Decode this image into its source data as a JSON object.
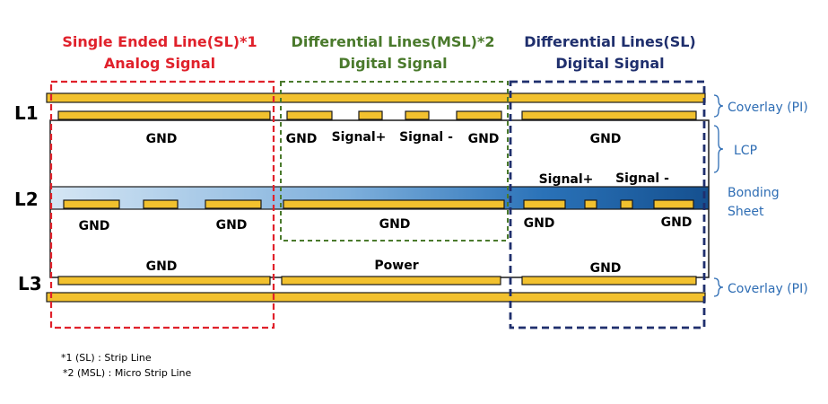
{
  "colors": {
    "red": "#e0212b",
    "green": "#4a7a2c",
    "navy": "#1f2f6d",
    "side_blue": "#2e6db4",
    "copper": "#f2c12e",
    "bonding_light": "#d5e6f4",
    "bonding_dark": "#1c5fa8"
  },
  "headers": {
    "col1": {
      "line1": "Single Ended Line(SL)*1",
      "line2": "Analog Signal"
    },
    "col2": {
      "line1": "Differential Lines(MSL)*2",
      "line2": "Digital Signal"
    },
    "col3": {
      "line1": "Differential Lines(SL)",
      "line2": "Digital Signal"
    }
  },
  "layers": {
    "l1": "L1",
    "l2": "L2",
    "l3": "L3"
  },
  "side_labels": {
    "coverlay_top": "Coverlay (PI)",
    "lcp": "LCP",
    "bonding_line1": "Bonding",
    "bonding_line2": "Sheet",
    "coverlay_bottom": "Coverlay (PI)"
  },
  "labels": {
    "c1_gnd_l1": "GND",
    "c1_gnd_l2_left": "GND",
    "c1_gnd_l2_right": "GND",
    "c1_gnd_l3": "GND",
    "c2_gnd_left": "GND",
    "c2_signal_plus": "Signal+",
    "c2_signal_minus": "Signal -",
    "c2_gnd_right": "GND",
    "c2_gnd_l2": "GND",
    "c2_power": "Power",
    "c3_gnd_l1": "GND",
    "c3_signal_plus": "Signal+",
    "c3_signal_minus": "Signal -",
    "c3_gnd_l2_left": "GND",
    "c3_gnd_l2_right": "GND",
    "c3_gnd_l3": "GND"
  },
  "footnotes": {
    "note1": "*1 (SL) : Strip Line",
    "note2": "*2 (MSL) : Micro Strip Line"
  }
}
